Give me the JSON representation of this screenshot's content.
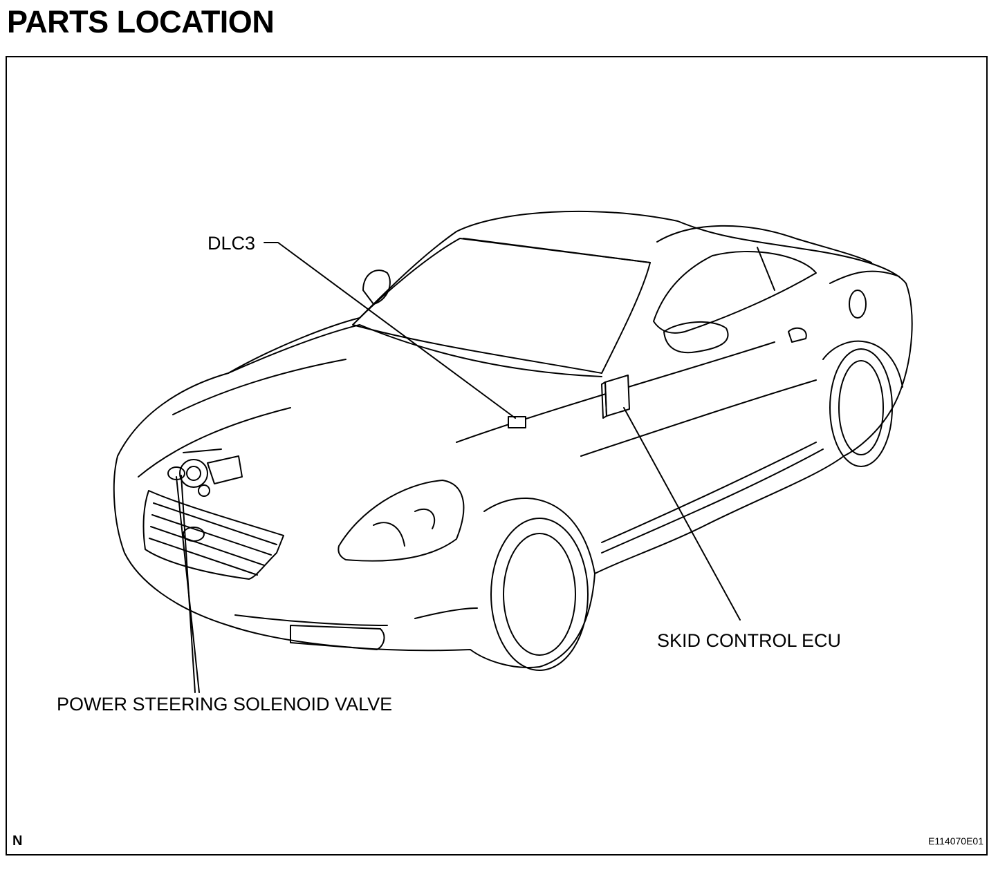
{
  "title": "PARTS LOCATION",
  "callouts": {
    "dlc3": "DLC3",
    "skid_control_ecu": "SKID CONTROL ECU",
    "power_steering_solenoid_valve": "POWER STEERING SOLENOID VALVE"
  },
  "orientation_mark": "N",
  "figure_id": "E114070E01",
  "colors": {
    "line": "#000000",
    "background": "#ffffff"
  }
}
